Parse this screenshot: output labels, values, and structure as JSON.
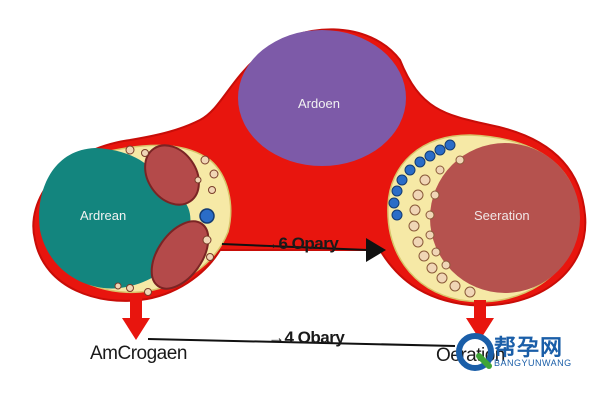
{
  "labels": {
    "top_circle": "Ardoen",
    "left_circle": "Ardrean",
    "right_circle": "Seeration",
    "upper_arrow": "→6 Opary",
    "lower_arrow": "→4 Obary",
    "bottom_left": "AmCrogaen",
    "bottom_right": "Oeration"
  },
  "watermark": {
    "name": "帮孕网",
    "sub": "BANGYUNWANG"
  },
  "colors": {
    "outline_red": "#e8150e",
    "top_circle": "#7d5aa8",
    "left_circle": "#13857e",
    "right_circle": "#b5524e",
    "tissue_yellow": "#f6e9a6",
    "dot_blue": "#2a6cc7"
  }
}
